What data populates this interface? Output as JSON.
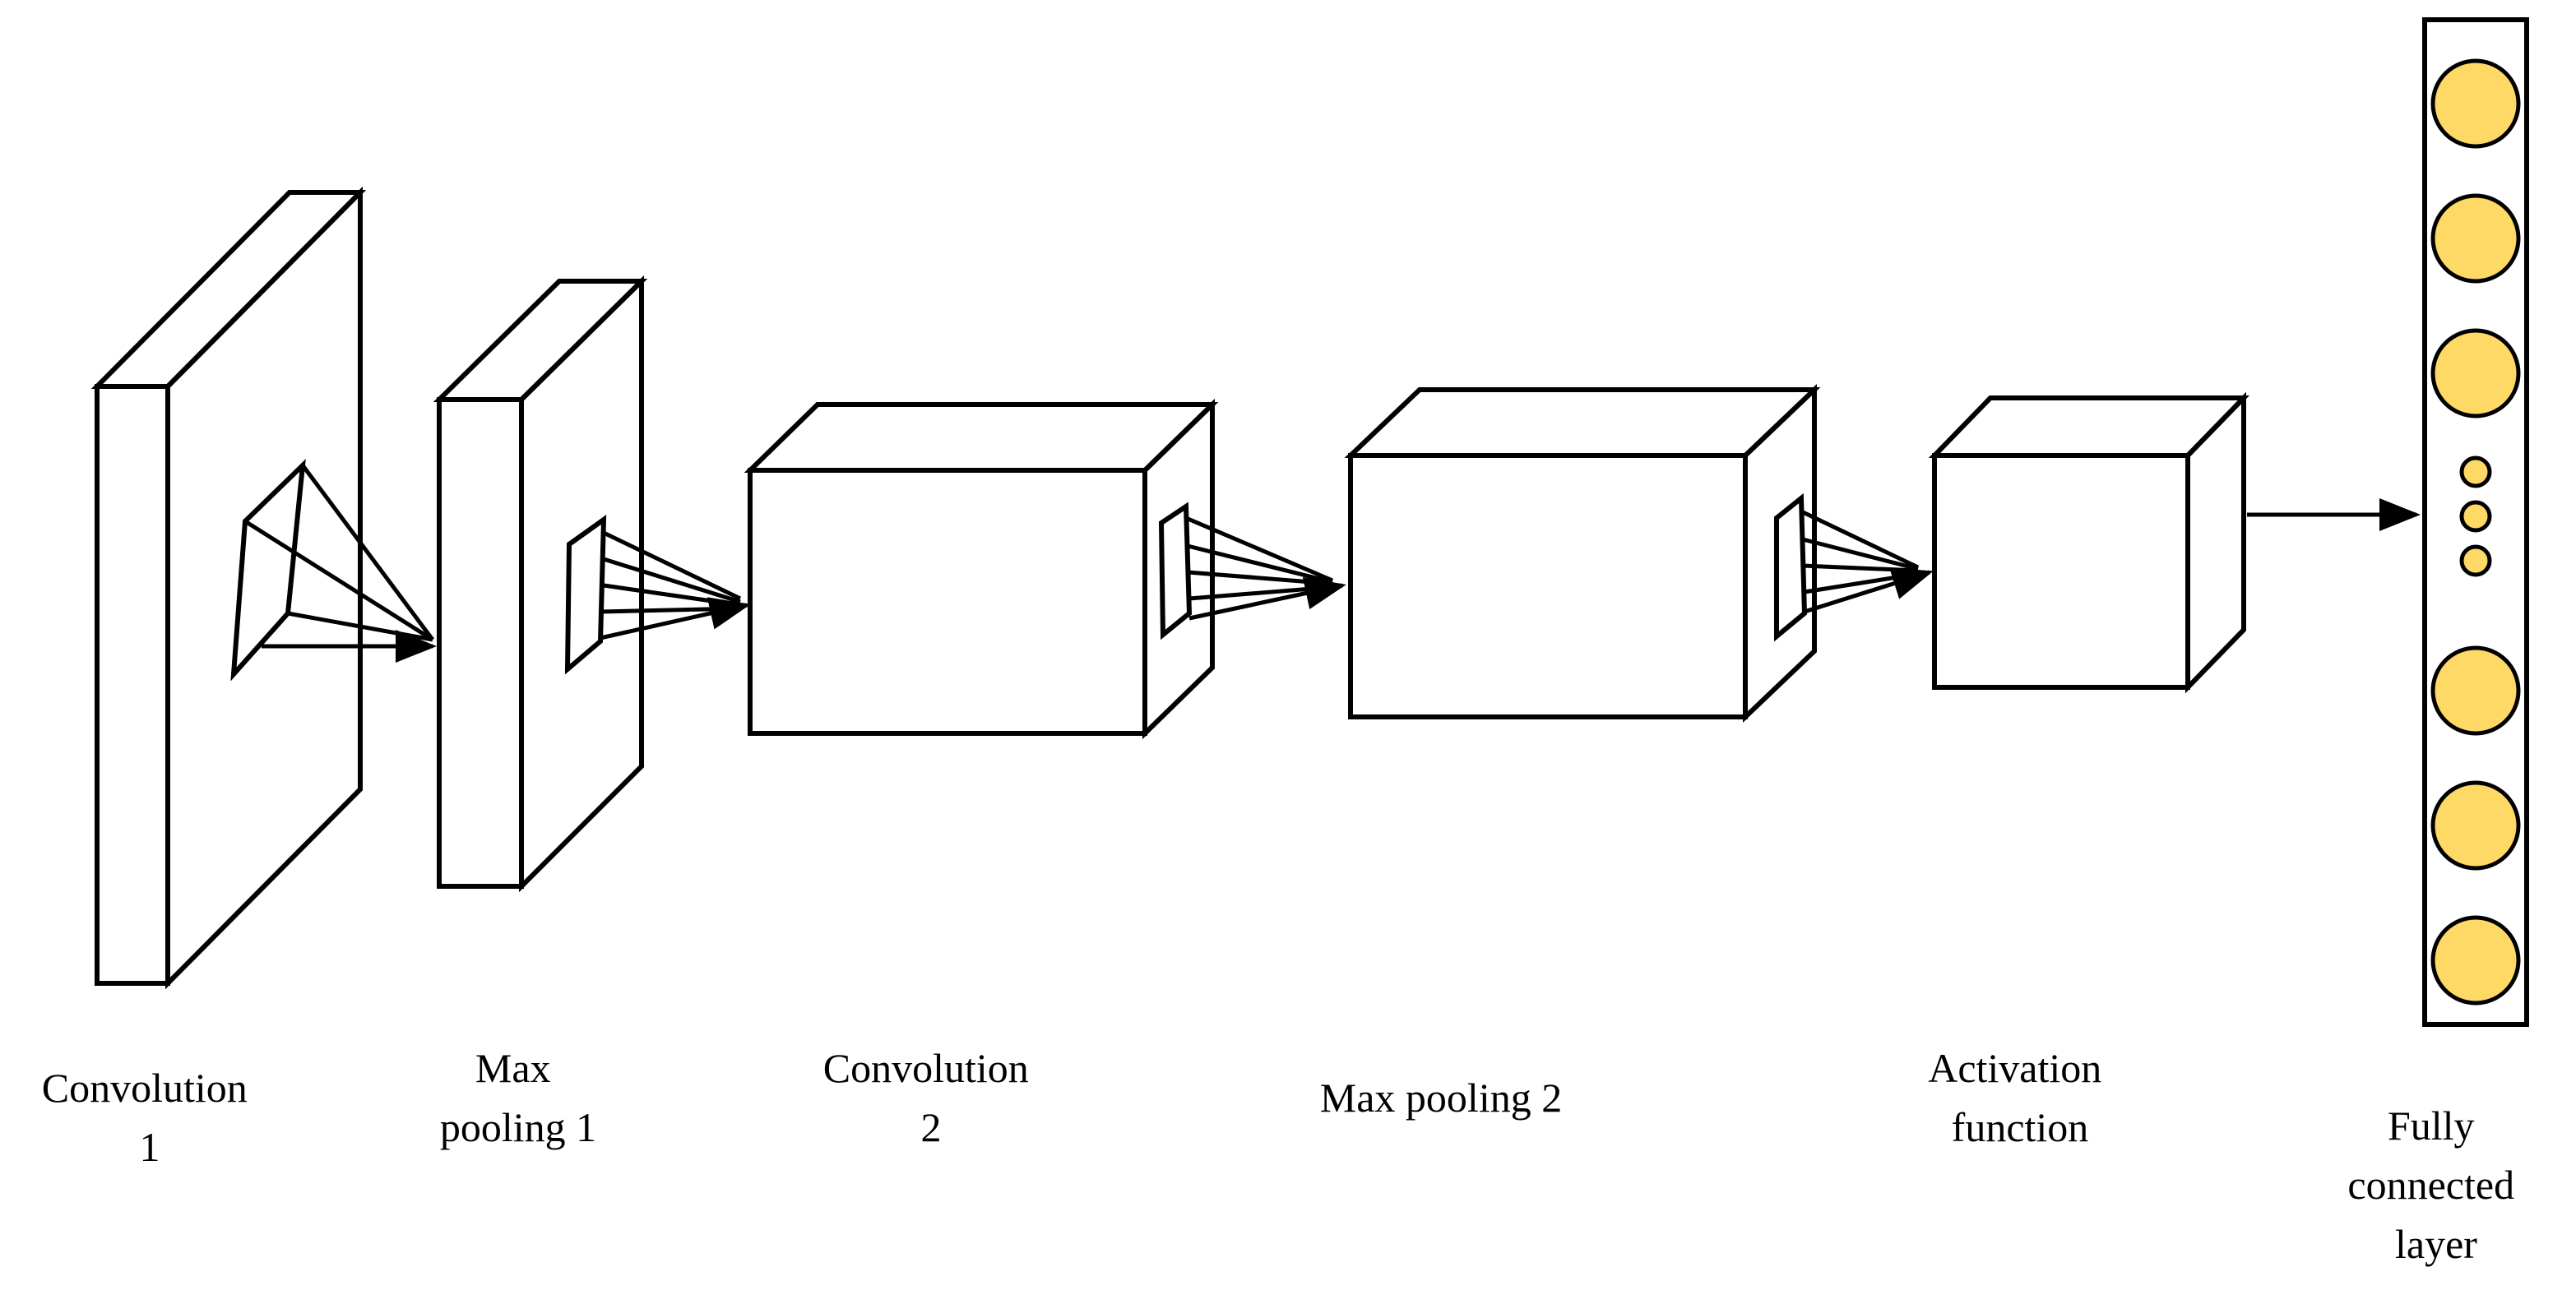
{
  "layers": [
    {
      "id": "conv1",
      "label_lines": [
        "Convolution",
        "1"
      ]
    },
    {
      "id": "pool1",
      "label_lines": [
        "Max",
        "pooling 1"
      ]
    },
    {
      "id": "conv2",
      "label_lines": [
        "Convolution",
        "2"
      ]
    },
    {
      "id": "pool2",
      "label_lines": [
        "Max pooling 2"
      ]
    },
    {
      "id": "activation",
      "label_lines": [
        "Activation",
        "function"
      ]
    },
    {
      "id": "fc",
      "label_lines": [
        "Fully",
        "connected",
        "layer"
      ]
    }
  ],
  "colors": {
    "front_face": "#c5e0b4",
    "top_face": "#e2f0d9",
    "side_face": "#a9d18e",
    "kernel": "#ffd966",
    "node": "#ffd966",
    "outline": "#000000"
  },
  "fully_connected": {
    "large_nodes_above_gap": 3,
    "dots_in_gap": 3,
    "large_nodes_below_gap": 3
  }
}
